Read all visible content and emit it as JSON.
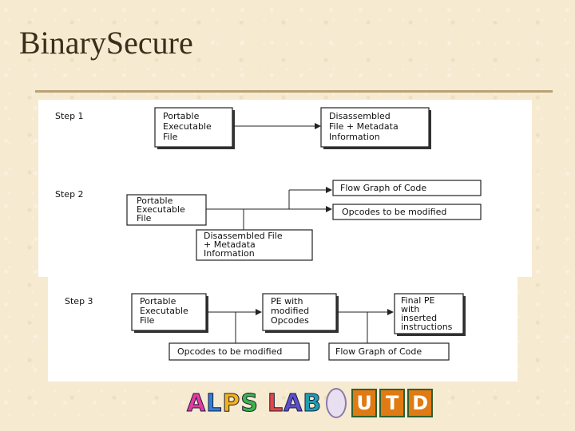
{
  "slide": {
    "title": "BinarySecure"
  },
  "step1": {
    "label": "Step 1",
    "box_pe": [
      "Portable",
      "Executable",
      "File"
    ],
    "box_dis": [
      "Disassembled",
      "File + Metadata",
      "Information"
    ]
  },
  "step2": {
    "label": "Step 2",
    "box_pe": [
      "Portable",
      "Executable",
      "File"
    ],
    "box_flow": "Flow Graph of Code",
    "box_opcodes": "Opcodes to be modified",
    "box_dis": [
      "Disassembled File",
      "+ Metadata",
      "Information"
    ]
  },
  "step3": {
    "label": "Step 3",
    "box_pe": [
      "Portable",
      "Executable",
      "File"
    ],
    "box_mod": [
      "PE with",
      "modified",
      "Opcodes"
    ],
    "box_final": [
      "Final PE",
      "with",
      "inserted",
      "instructions"
    ],
    "box_opcodes": "Opcodes to be modified",
    "box_flow": "Flow Graph of Code"
  },
  "logo": {
    "alps_letters": [
      "A",
      "L",
      "P",
      "S",
      "L",
      "A",
      "B"
    ],
    "alps_colors": [
      "#e23aa0",
      "#2f7fd8",
      "#f2b21a",
      "#3bb54a",
      "#e04848",
      "#5b4fcf",
      "#1f9fb0"
    ],
    "utd_letters": [
      "U",
      "T",
      "D"
    ],
    "utd_color": "#e07a12"
  }
}
